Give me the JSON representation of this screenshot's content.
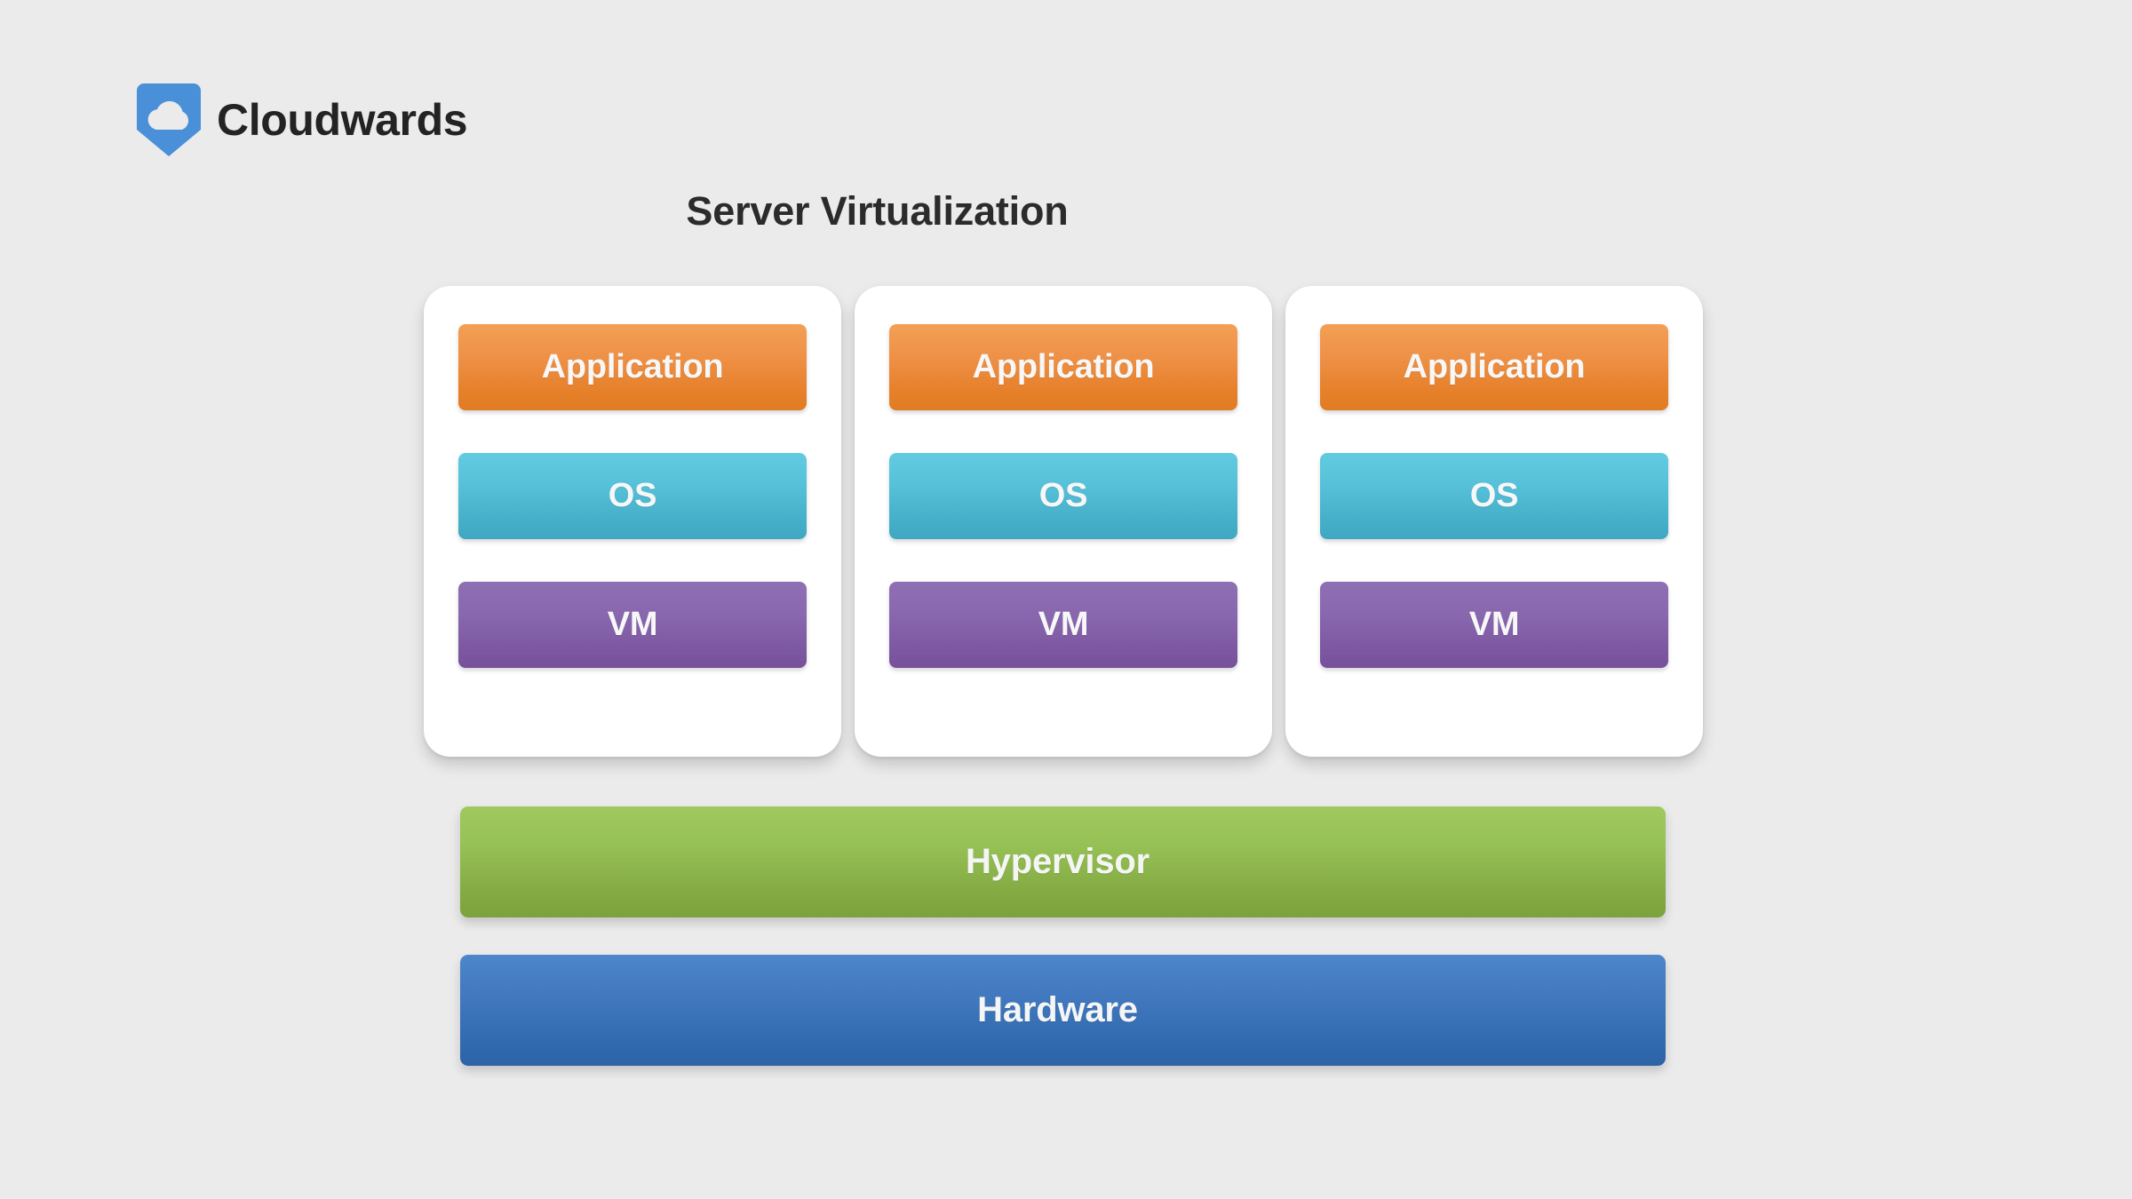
{
  "brand": {
    "name": "Cloudwards",
    "logo_icon": "cloud-shield-icon",
    "logo_color": "#4a90d9"
  },
  "title": "Server Virtualization",
  "colors": {
    "background": "#ebebeb",
    "card": "#ffffff",
    "application": "#e8892f",
    "os": "#4cb4cc",
    "vm": "#8061a7",
    "hypervisor": "#8eb94e",
    "hardware": "#3a71b5",
    "title_text": "#2b2b2b",
    "bar_text": "#f5f5f5"
  },
  "diagram": {
    "layer_labels": {
      "application": "Application",
      "os": "OS",
      "vm": "VM"
    },
    "cards": [
      {
        "id": "vm-card-1",
        "layers": [
          {
            "key": "application",
            "label": "Application"
          },
          {
            "key": "os",
            "label": "OS"
          },
          {
            "key": "vm",
            "label": "VM"
          }
        ]
      },
      {
        "id": "vm-card-2",
        "layers": [
          {
            "key": "application",
            "label": "Application"
          },
          {
            "key": "os",
            "label": "OS"
          },
          {
            "key": "vm",
            "label": "VM"
          }
        ]
      },
      {
        "id": "vm-card-3",
        "layers": [
          {
            "key": "application",
            "label": "Application"
          },
          {
            "key": "os",
            "label": "OS"
          },
          {
            "key": "vm",
            "label": "VM"
          }
        ]
      }
    ],
    "stack": [
      {
        "id": "hypervisor",
        "label": "Hypervisor"
      },
      {
        "id": "hardware",
        "label": "Hardware"
      }
    ]
  }
}
